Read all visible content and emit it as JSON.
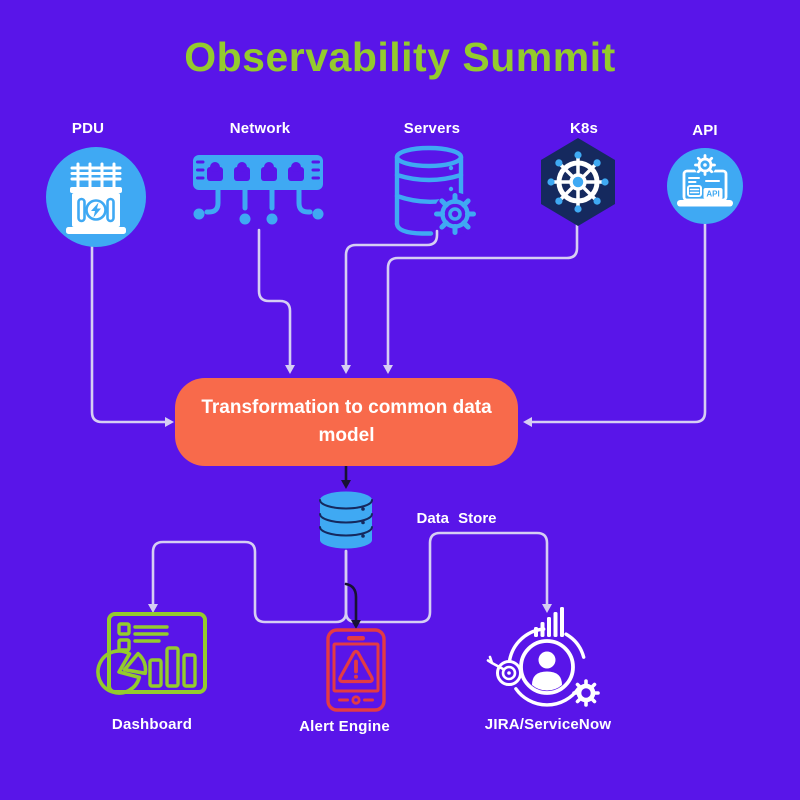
{
  "title": "Observability Summit",
  "colors": {
    "bg": "#5915E9",
    "title_green": "#94CB2D",
    "icon_blue": "#3FA9F3",
    "k8s_navy": "#15295E",
    "connector": "#D6CEF3",
    "connector_dark": "#171233",
    "box_orange": "#F86A4B",
    "alert_red": "#E33B44",
    "white": "#FFFFFF"
  },
  "sources": [
    {
      "label": "PDU"
    },
    {
      "label": "Network"
    },
    {
      "label": "Servers"
    },
    {
      "label": "K8s"
    },
    {
      "label": "API",
      "badge": "API"
    }
  ],
  "transform_box": {
    "label": "Transformation to common data model"
  },
  "data_store": {
    "label": "Data Store"
  },
  "sinks": [
    {
      "label": "Dashboard"
    },
    {
      "label": "Alert Engine"
    },
    {
      "label": "JIRA/ServiceNow"
    }
  ]
}
